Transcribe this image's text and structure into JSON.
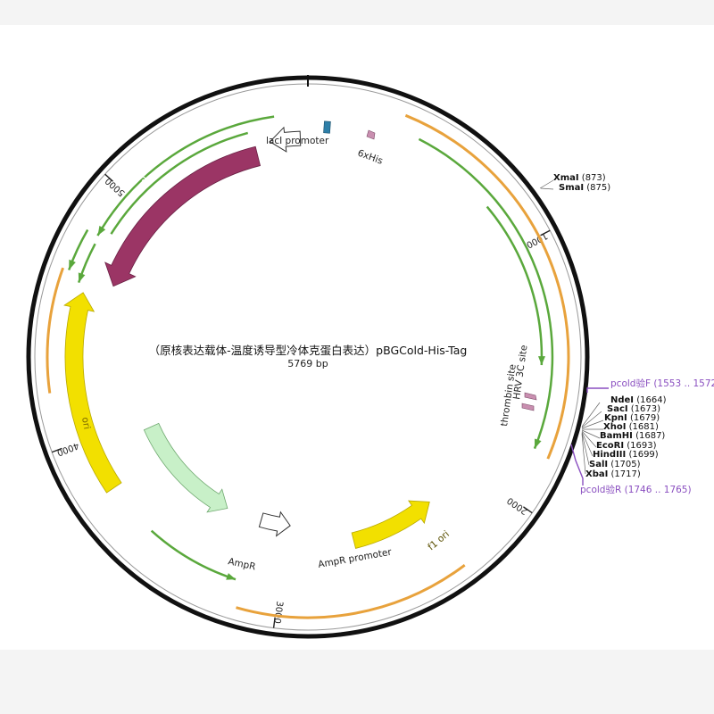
{
  "plasmid": {
    "title": "（原核表达载体-温度诱导型冷体克蛋白表达）pBGCold-His-Tag",
    "size_label": "5769 bp",
    "total_bp": 5769
  },
  "ticks": [
    {
      "bp": 1000,
      "label": "1000"
    },
    {
      "bp": 2000,
      "label": "2000"
    },
    {
      "bp": 3000,
      "label": "3000"
    },
    {
      "bp": 4000,
      "label": "4000"
    },
    {
      "bp": 5000,
      "label": "5000"
    }
  ],
  "features": [
    {
      "id": "laci",
      "label": "lacI",
      "color": "#9b3565"
    },
    {
      "id": "laci-promoter",
      "label": "lacI promoter",
      "color": "#ffffff"
    },
    {
      "id": "his",
      "label": "6xHis",
      "color": "#c98fb0"
    },
    {
      "id": "thrombin",
      "label": "thrombin site",
      "color": "#c98fb0"
    },
    {
      "id": "hrv",
      "label": "HRV 3C site",
      "color": "#c98fb0"
    },
    {
      "id": "ori",
      "label": "ori",
      "color": "#f2e000"
    },
    {
      "id": "ampr",
      "label": "AmpR",
      "color": "#c8f0c8"
    },
    {
      "id": "ampr-promoter",
      "label": "AmpR promoter",
      "color": "#ffffff"
    },
    {
      "id": "f1",
      "label": "f1 ori",
      "color": "#f2e000"
    }
  ],
  "sites": [
    {
      "name": "XmaI",
      "pos": "(873)"
    },
    {
      "name": "SmaI",
      "pos": "(875)"
    },
    {
      "name": "NdeI",
      "pos": "(1664)"
    },
    {
      "name": "SacI",
      "pos": "(1673)"
    },
    {
      "name": "KpnI",
      "pos": "(1679)"
    },
    {
      "name": "XhoI",
      "pos": "(1681)"
    },
    {
      "name": "BamHI",
      "pos": "(1687)"
    },
    {
      "name": "EcoRI",
      "pos": "(1693)"
    },
    {
      "name": "HindIII",
      "pos": "(1699)"
    },
    {
      "name": "SalI",
      "pos": "(1705)"
    },
    {
      "name": "XbaI",
      "pos": "(1717)"
    }
  ],
  "primers": [
    {
      "label": "pcold验F",
      "range": "(1553 .. 1572)"
    },
    {
      "label": "pcold验R",
      "range": "(1746 .. 1765)"
    }
  ],
  "colors": {
    "orf_green": "#5aa83c",
    "orange_arc": "#e8a23c",
    "backbone": "#111111",
    "primer": "#8a4fc0",
    "lacI_marker": "#2e7fa8"
  }
}
